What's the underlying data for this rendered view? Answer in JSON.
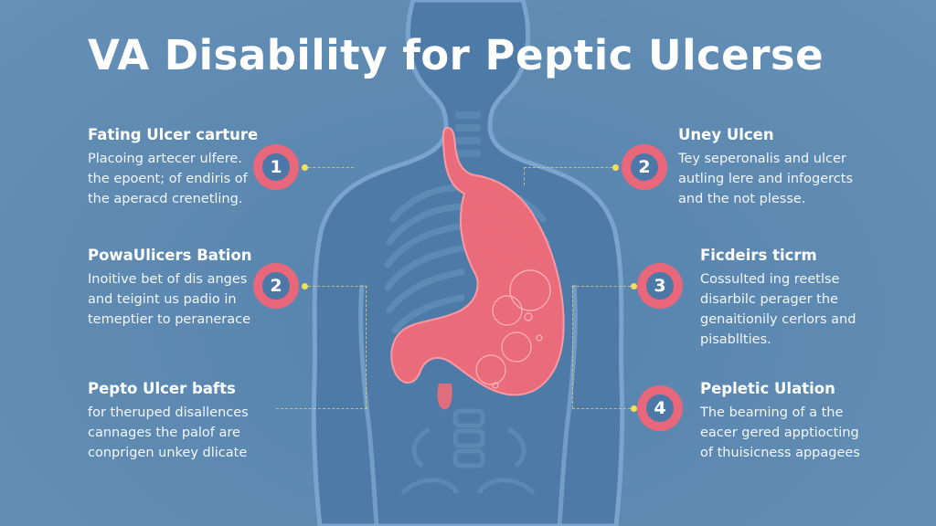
{
  "title": "VA Disability for Peptic Ulcerse",
  "colors": {
    "background": "#5b87b0",
    "badge_ring": "#e8677a",
    "badge_center": "#4b78a6",
    "stomach": "#f06b78",
    "connector_dot": "#f2e15a",
    "body_outline": "#7aa6d0"
  },
  "left_items": [
    {
      "number": "1",
      "heading": "Fating Ulcer carture",
      "body": "Placoing artecer ulfere.\nthe epoent; of endiris of\nthe aperacd crenetling."
    },
    {
      "number": "2",
      "heading": "PowaUlicers Bation",
      "body": "Inoitive bet of dis anges\nand teigint us padio in\ntemeptier to peranerace"
    },
    {
      "number": "",
      "heading": "Pepto Ulcer bafts",
      "body": "for theruped disallences\ncannages the palof are\nconprigen unkey dlicate"
    }
  ],
  "right_items": [
    {
      "number": "2",
      "heading": "Uney Ulcen",
      "body": "Tey seperonalis and ulcer\nautling lere and infogercts\nand the not plesse."
    },
    {
      "number": "3",
      "heading": "Ficdeirs ticrm",
      "body": "Cossulted ing reetlse\ndisarbilc perager the\ngenaitionily cerlors and\npisabllties."
    },
    {
      "number": "4",
      "heading": "Pepletic Ulation",
      "body": "The bearning of a the\neacer gered apptiocting\nof thuisicness appagees"
    }
  ],
  "illustration": {
    "subject": "human-torso-silhouette-with-stomach",
    "icons": [
      "body-silhouette-icon",
      "ribcage-icon",
      "spine-icon",
      "stomach-icon"
    ]
  }
}
